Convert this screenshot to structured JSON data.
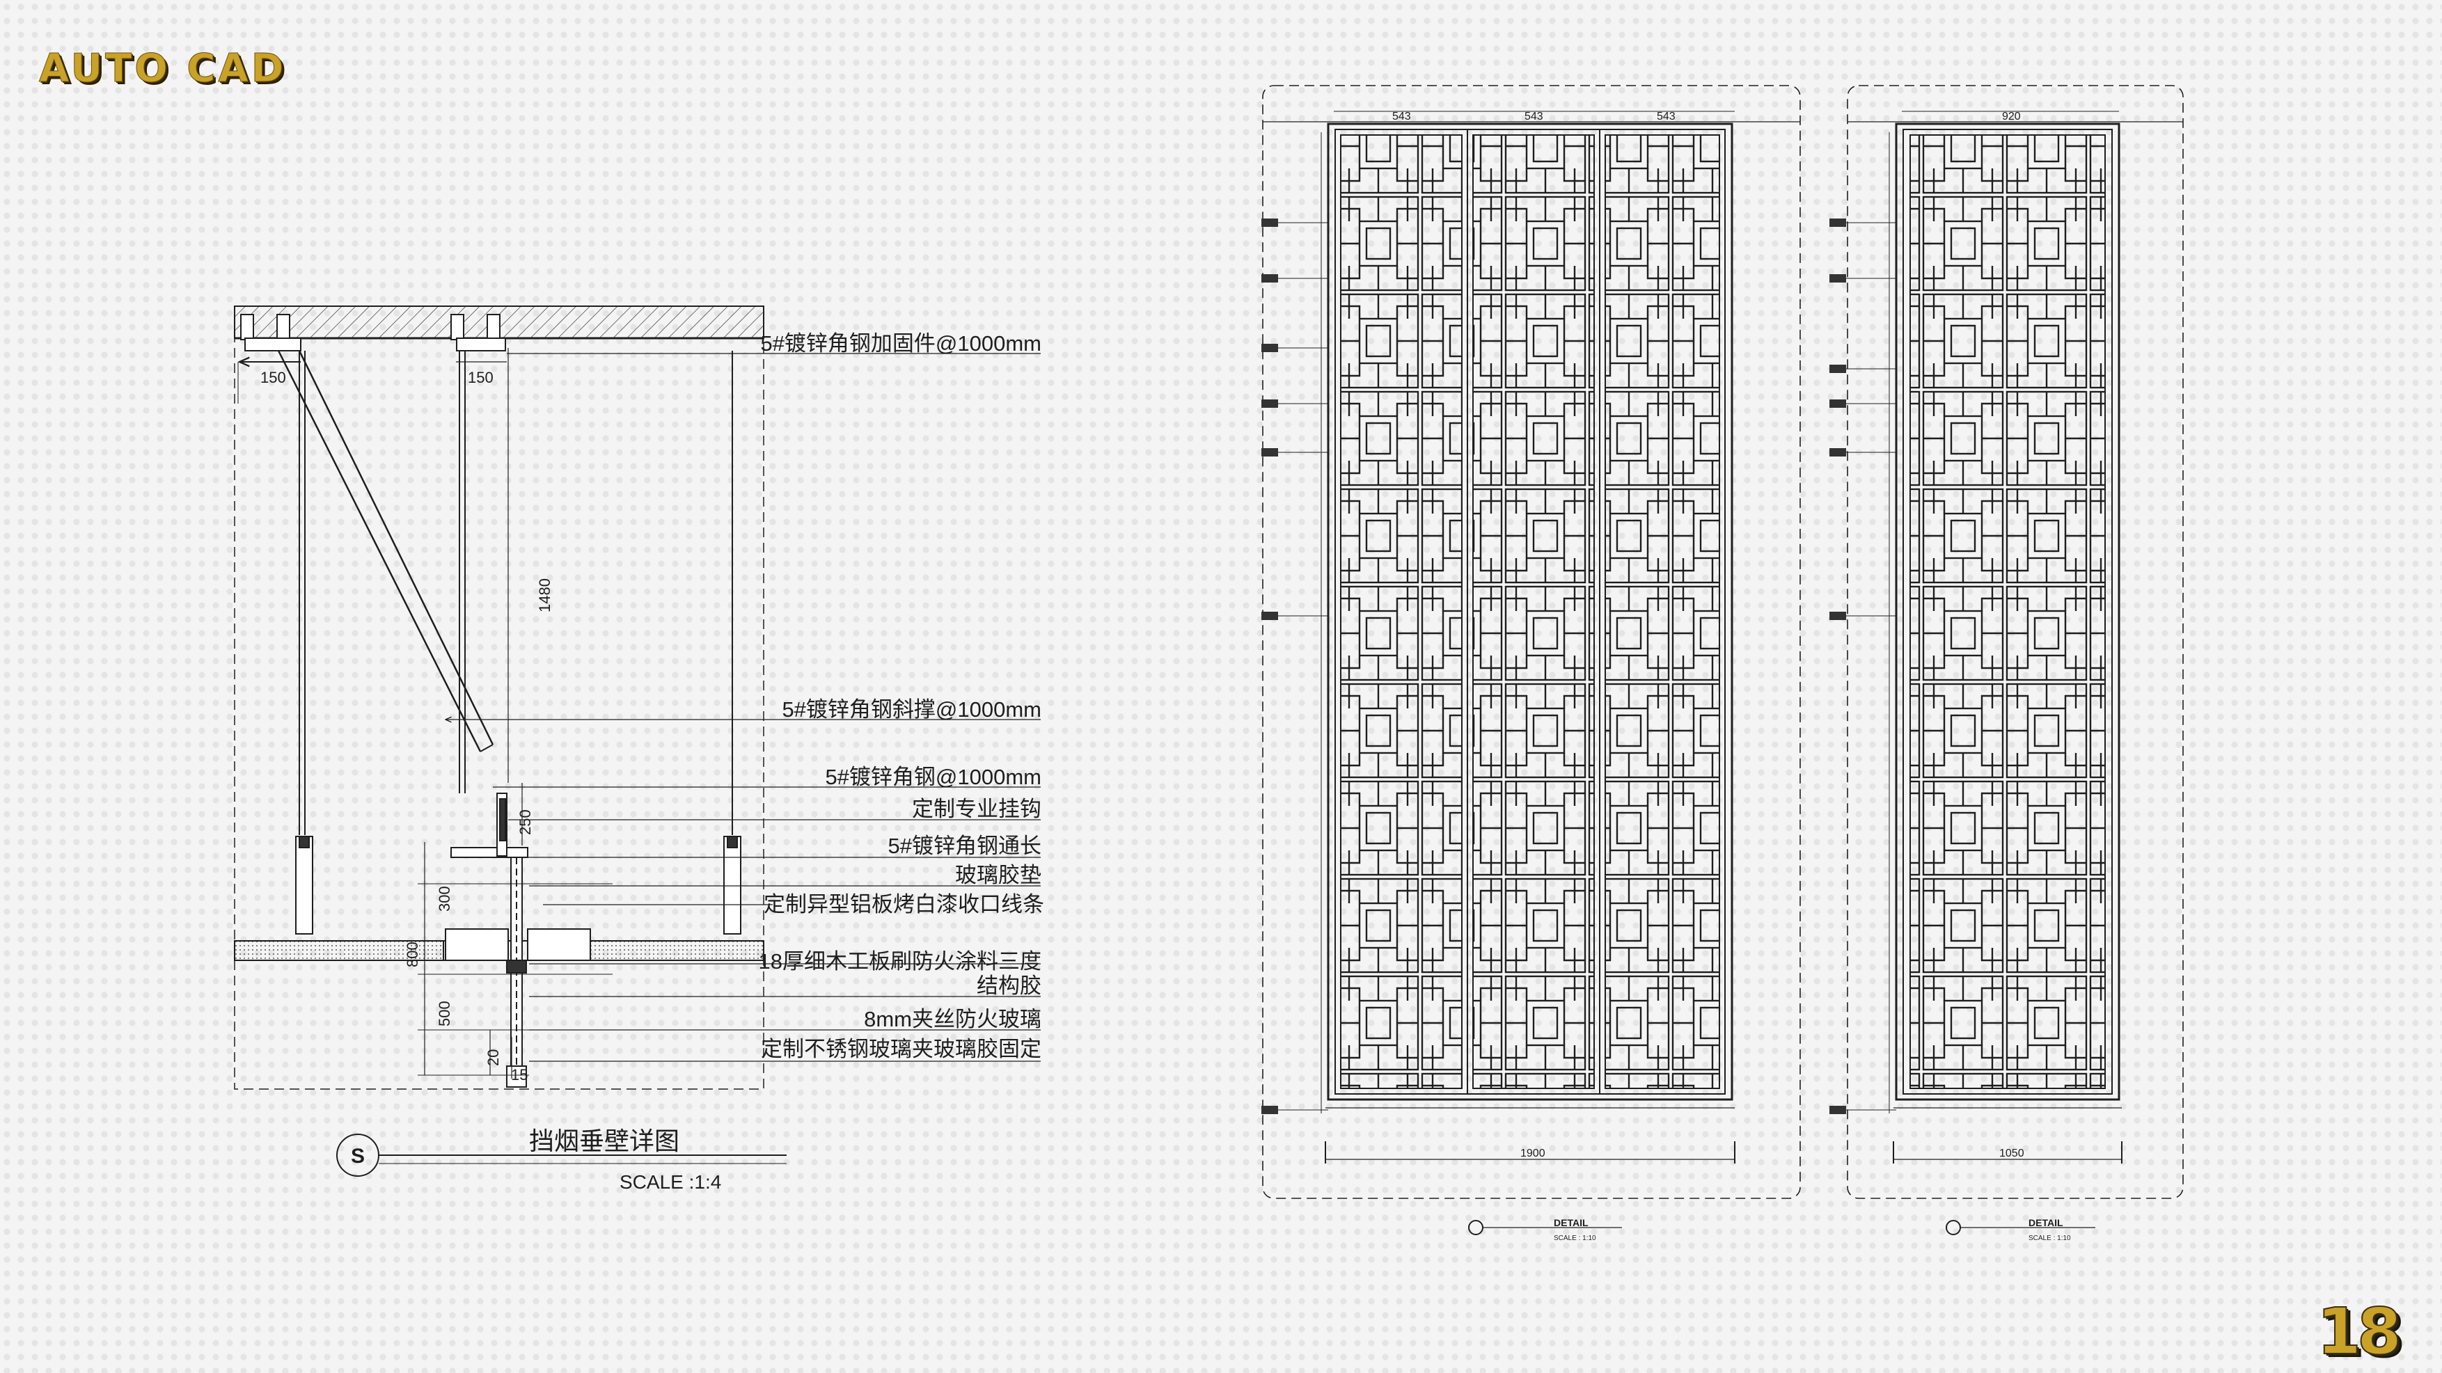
{
  "header": {
    "logo_text": "AUTO CAD"
  },
  "page": {
    "number": "18"
  },
  "section_detail": {
    "title": "挡烟垂壁详图",
    "scale": "SCALE :1:4",
    "marker": "S",
    "dimensions": {
      "top_left_offset": "150",
      "top_mid_offset": "150",
      "vertical_height": "1480",
      "hanger_height": "250",
      "gap_300": "300",
      "height_800": "800",
      "height_500": "500",
      "gap_20": "20",
      "gap_15": "15"
    },
    "annotations": [
      "5#镀锌角钢加固件@1000mm",
      "5#镀锌角钢斜撑@1000mm",
      "5#镀锌角钢@1000mm",
      "定制专业挂钩",
      "5#镀锌角钢通长",
      "玻璃胶垫",
      "定制异型铝板烤白漆收口线条",
      "18厚细木工板刷防火涂料三度",
      "结构胶",
      "8mm夹丝防火玻璃",
      "定制不锈钢玻璃夹玻璃胶固定"
    ]
  },
  "elevation_left": {
    "top_dims": [
      "543",
      "543",
      "543"
    ],
    "bottom_dim": "1900",
    "label": "DETAIL",
    "scale": "SCALE : 1:10"
  },
  "elevation_right": {
    "top_dims": [
      "920"
    ],
    "bottom_dim": "1050",
    "label": "DETAIL",
    "scale": "SCALE : 1:10"
  },
  "colors": {
    "accent_gold": "#c9a227",
    "line": "#1e1e1e",
    "background": "#f4f4f4"
  }
}
